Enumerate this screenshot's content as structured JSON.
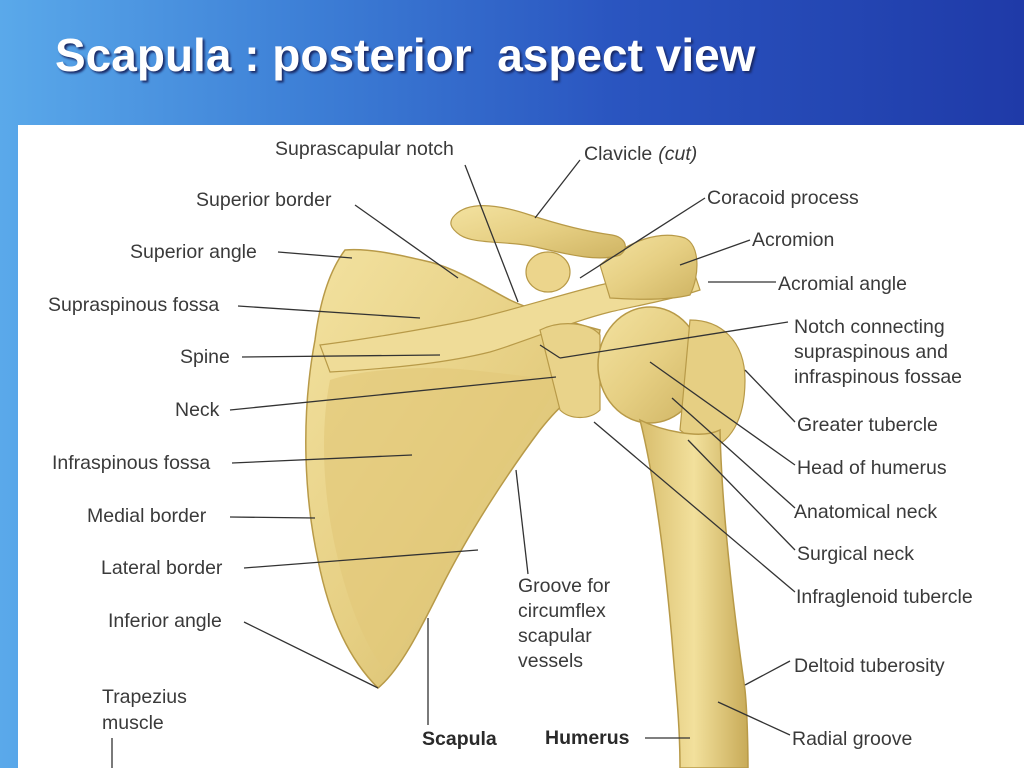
{
  "title": "Scapula : posterior  aspect view",
  "labels": {
    "suprascapular_notch": "Suprascapular notch",
    "clavicle": "Clavicle",
    "clavicle_cut": "(cut)",
    "superior_border": "Superior border",
    "coracoid_process": "Coracoid process",
    "superior_angle": "Superior angle",
    "acromion": "Acromion",
    "acromial_angle": "Acromial angle",
    "supraspinous_fossa": "Supraspinous fossa",
    "notch_connecting_1": "Notch connecting",
    "notch_connecting_2": "supraspinous and",
    "notch_connecting_3": "infraspinous fossae",
    "spine": "Spine",
    "neck": "Neck",
    "greater_tubercle": "Greater tubercle",
    "infraspinous_fossa": "Infraspinous fossa",
    "head_of_humerus": "Head of humerus",
    "medial_border": "Medial border",
    "anatomical_neck": "Anatomical neck",
    "lateral_border": "Lateral border",
    "surgical_neck": "Surgical neck",
    "groove_1": "Groove for",
    "groove_2": "circumflex",
    "groove_3": "scapular",
    "groove_4": "vessels",
    "infraglenoid_tubercle": "Infraglenoid tubercle",
    "inferior_angle": "Inferior angle",
    "deltoid_tuberosity": "Deltoid tuberosity",
    "trapezius_1": "Trapezius",
    "trapezius_2": "muscle",
    "scapula": "Scapula",
    "humerus": "Humerus",
    "radial_groove": "Radial groove"
  },
  "colors": {
    "bone": "#e8d48a",
    "bone_shadow": "#c9ae5c",
    "background_left": "#5aa9ea",
    "background_right": "#1f3aa8"
  }
}
